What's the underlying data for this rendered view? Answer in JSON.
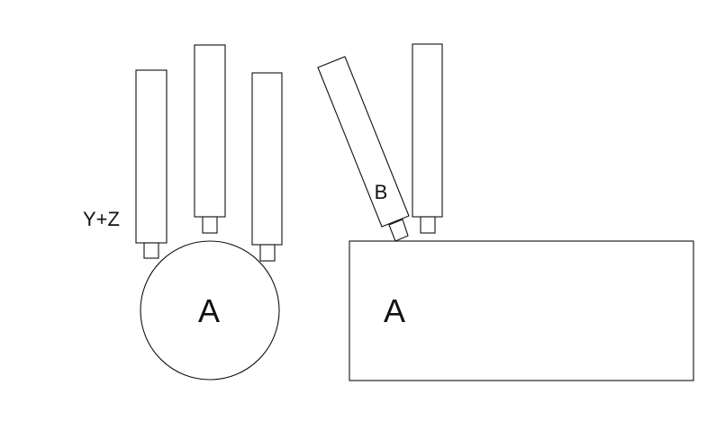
{
  "diagram": {
    "labels": {
      "axis_label": "Y+Z",
      "workpiece_round": "A",
      "workpiece_flat": "A",
      "tilted_tool": "B"
    }
  }
}
